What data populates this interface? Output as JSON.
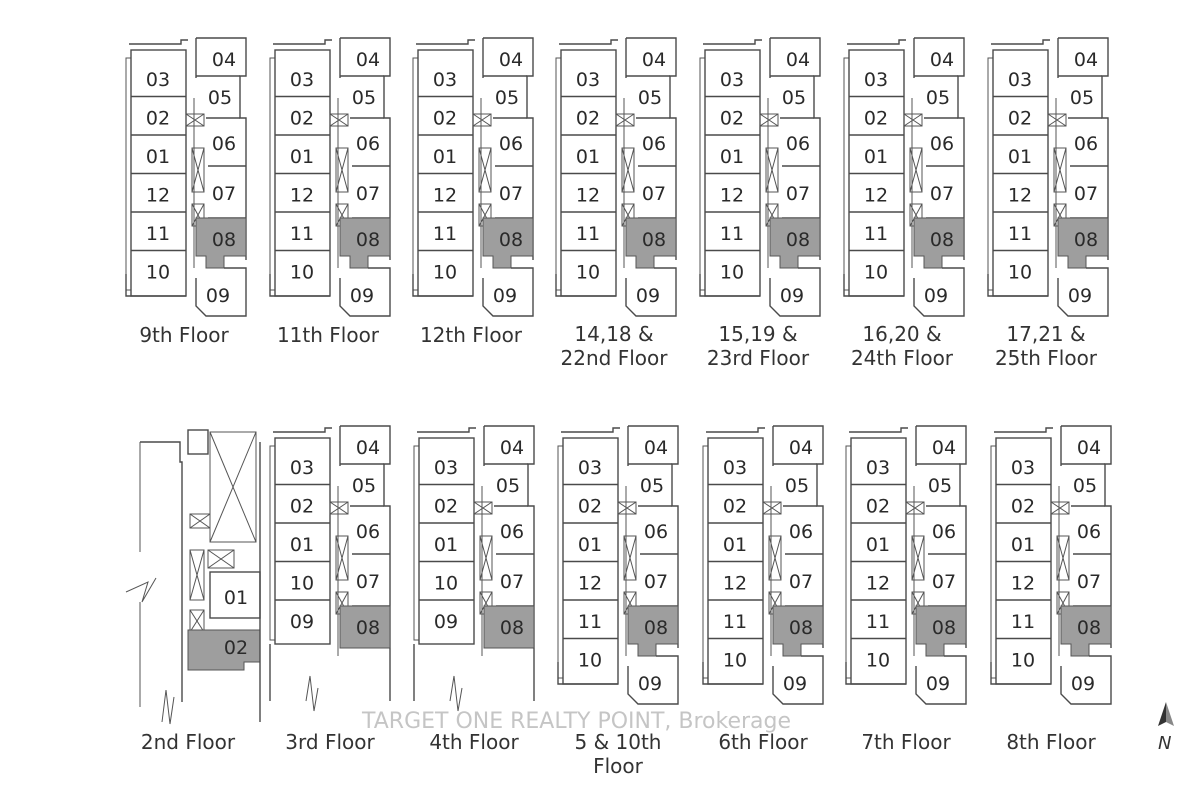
{
  "plans_top": [
    {
      "caption": "9th Floor",
      "units": [
        "03",
        "04",
        "02",
        "05",
        "01",
        "06",
        "12",
        "07",
        "11",
        "08",
        "10",
        "09"
      ]
    },
    {
      "caption": "11th Floor",
      "units": [
        "03",
        "04",
        "02",
        "05",
        "01",
        "06",
        "12",
        "07",
        "11",
        "08",
        "10",
        "09"
      ]
    },
    {
      "caption": "12th Floor",
      "units": [
        "03",
        "04",
        "02",
        "05",
        "01",
        "06",
        "12",
        "07",
        "11",
        "08",
        "10",
        "09"
      ]
    },
    {
      "caption": "14,18 &\n22nd Floor",
      "units": [
        "03",
        "04",
        "02",
        "05",
        "01",
        "06",
        "12",
        "07",
        "11",
        "08",
        "10",
        "09"
      ]
    },
    {
      "caption": "15,19 &\n23rd Floor",
      "units": [
        "03",
        "04",
        "02",
        "05",
        "01",
        "06",
        "12",
        "07",
        "11",
        "08",
        "10",
        "09"
      ]
    },
    {
      "caption": "16,20 &\n24th Floor",
      "units": [
        "03",
        "04",
        "02",
        "05",
        "01",
        "06",
        "12",
        "07",
        "11",
        "08",
        "10",
        "09"
      ]
    },
    {
      "caption": "17,21 &\n25th Floor",
      "units": [
        "03",
        "04",
        "02",
        "05",
        "01",
        "06",
        "12",
        "07",
        "11",
        "08",
        "10",
        "09"
      ]
    }
  ],
  "plans_bottom": [
    {
      "caption": "2nd Floor",
      "units": [
        "01",
        "02"
      ]
    },
    {
      "caption": "3rd Floor",
      "units": [
        "03",
        "04",
        "02",
        "05",
        "01",
        "06",
        "10",
        "07",
        "09",
        "08"
      ]
    },
    {
      "caption": "4th Floor",
      "units": [
        "03",
        "04",
        "02",
        "05",
        "01",
        "06",
        "10",
        "07",
        "09",
        "08"
      ]
    },
    {
      "caption": "5 & 10th\nFloor",
      "units": [
        "03",
        "04",
        "02",
        "05",
        "01",
        "06",
        "12",
        "07",
        "11",
        "08",
        "10",
        "09"
      ]
    },
    {
      "caption": "6th Floor",
      "units": [
        "03",
        "04",
        "02",
        "05",
        "01",
        "06",
        "12",
        "07",
        "11",
        "08",
        "10",
        "09"
      ]
    },
    {
      "caption": "7th Floor",
      "units": [
        "03",
        "04",
        "02",
        "05",
        "01",
        "06",
        "12",
        "07",
        "11",
        "08",
        "10",
        "09"
      ]
    },
    {
      "caption": "8th Floor",
      "units": [
        "03",
        "04",
        "02",
        "05",
        "01",
        "06",
        "12",
        "07",
        "11",
        "08",
        "10",
        "09"
      ]
    }
  ],
  "highlighted_unit": "08",
  "highlighted_unit_2nd_floor": "02",
  "highlight_color": "#9e9e9e",
  "watermark": "TARGET ONE REALTY POINT, Brokerage",
  "north_label": "N",
  "icons": {
    "north_arrow": "north-arrow-icon",
    "elevator": "elevator-shaft-icon"
  }
}
